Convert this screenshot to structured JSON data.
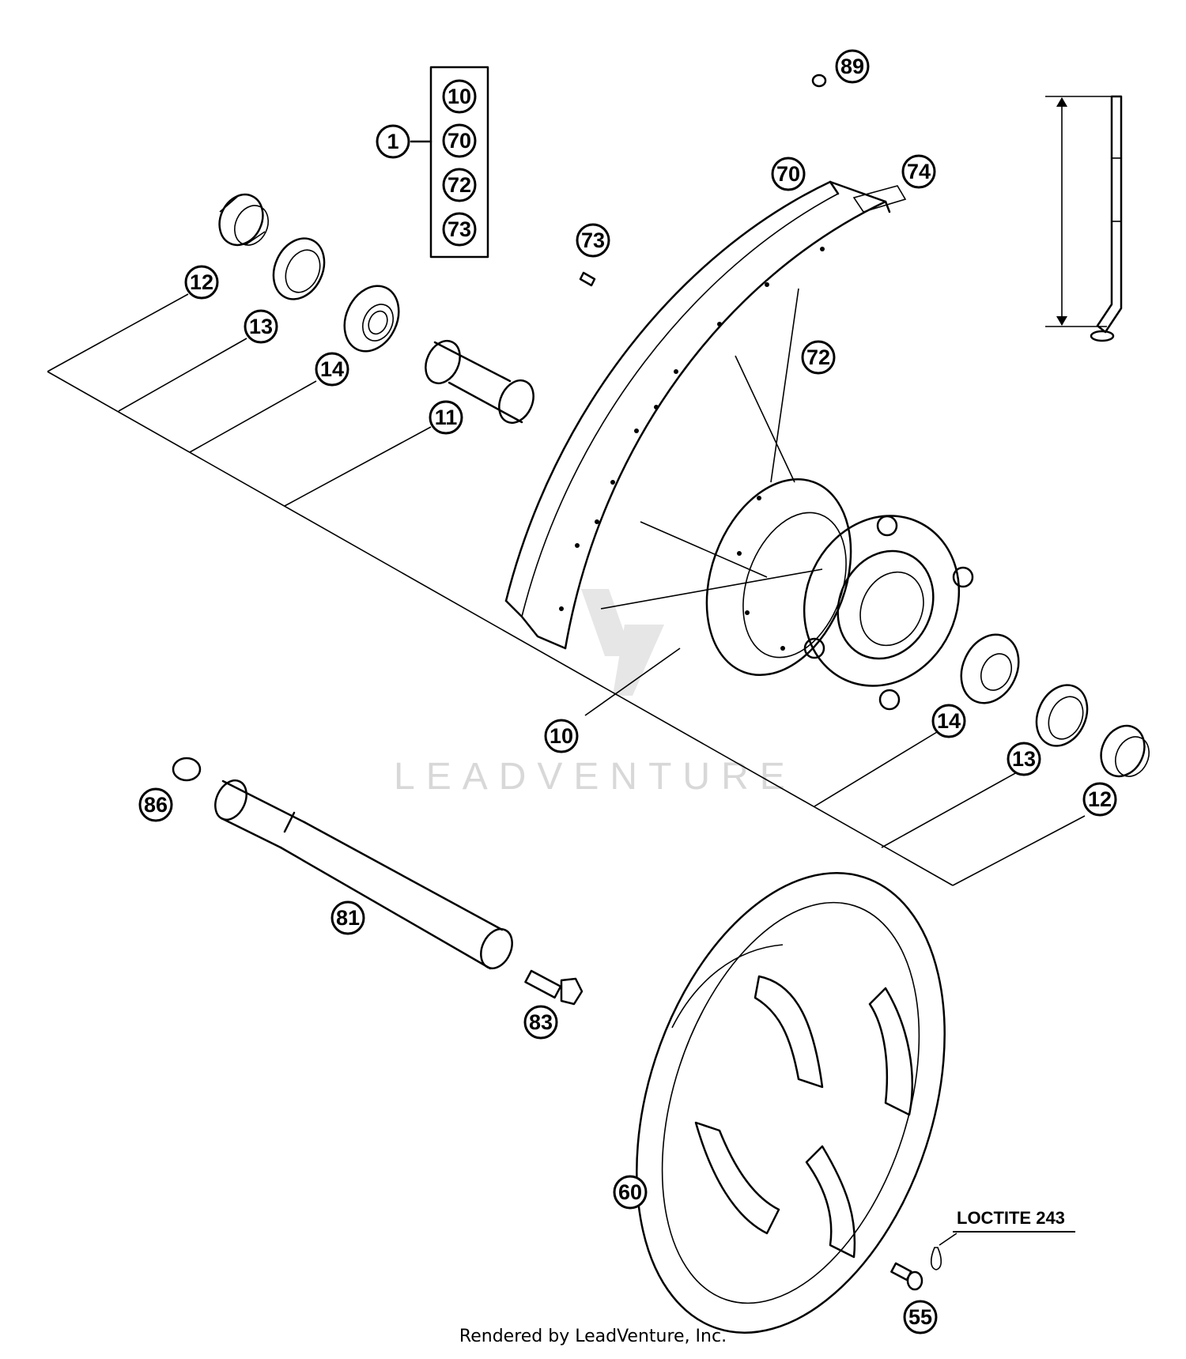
{
  "watermark": {
    "text": "LEADVENTURE",
    "color": "#d8d8d8"
  },
  "callouts": {
    "c1": "1",
    "c10_kit": "10",
    "c70_kit": "70",
    "c72_kit": "72",
    "c73_kit": "73",
    "c89": "89",
    "c70": "70",
    "c74": "74",
    "c73": "73",
    "c72": "72",
    "c12_left": "12",
    "c13_left": "13",
    "c14_left": "14",
    "c11": "11",
    "c10": "10",
    "c14_right": "14",
    "c13_right": "13",
    "c12_right": "12",
    "c86": "86",
    "c81": "81",
    "c83": "83",
    "c60": "60",
    "c55": "55"
  },
  "note": {
    "loctite": "LOCTITE 243"
  },
  "footer": {
    "text": "Rendered by LeadVenture, Inc."
  }
}
